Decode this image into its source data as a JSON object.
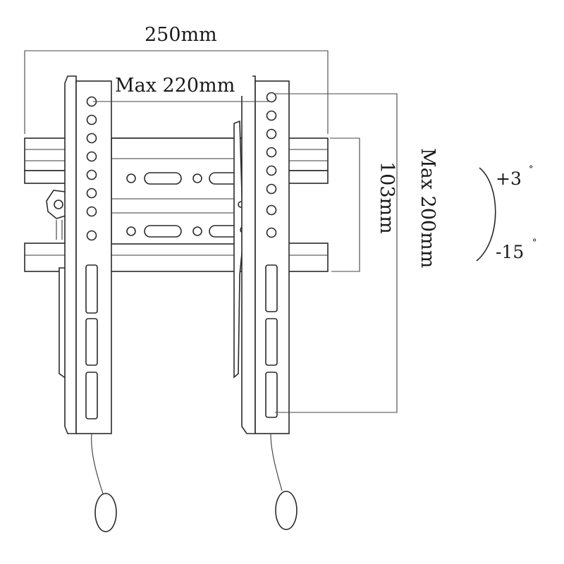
{
  "dimensions": {
    "overall_width": "250mm",
    "max_horizontal": "Max 220mm",
    "rail_spacing": "103mm",
    "max_vertical": "Max 200mm"
  },
  "tilt": {
    "up": "+3",
    "down": "-15",
    "degree_symbol": "°"
  },
  "icons": {
    "mount": "tv-wall-mount-bracket",
    "tilt": "tilt-arc"
  }
}
